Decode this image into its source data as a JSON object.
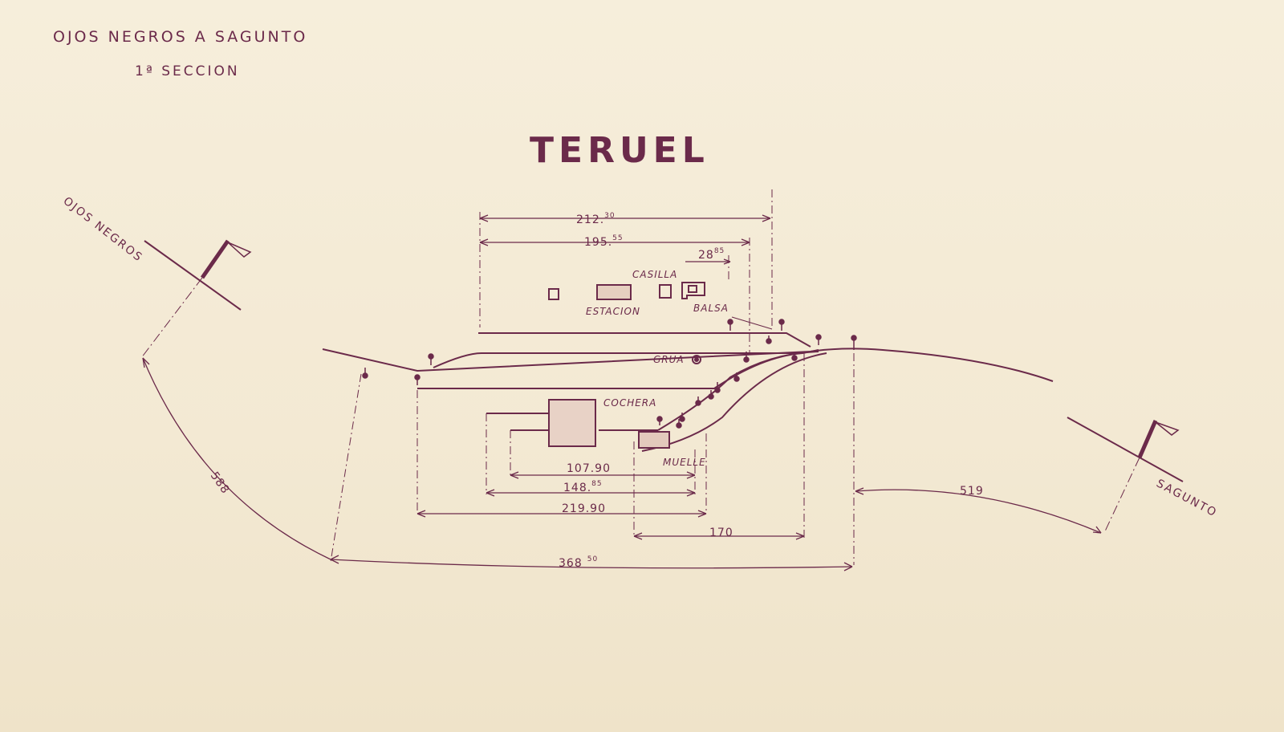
{
  "header": {
    "line": "OJOS NEGROS A SAGUNTO",
    "section": "1ª SECCION"
  },
  "station": {
    "name": "TERUEL"
  },
  "directions": {
    "left": "OJOS NEGROS",
    "right": "SAGUNTO"
  },
  "labels": {
    "casilla": "CASILLA",
    "estacion": "ESTACION",
    "balsa": "BALSA",
    "grua": "GRUA",
    "cochera": "COCHERA",
    "muelle": "MUELLE"
  },
  "dimensions": {
    "d212": {
      "base": "212.",
      "sup": "30"
    },
    "d195": {
      "base": "195.",
      "sup": "55"
    },
    "d28": {
      "base": "28",
      "sup": "85"
    },
    "d107": {
      "base": "107.90"
    },
    "d148": {
      "base": "148.",
      "sup": "85"
    },
    "d219": {
      "base": "219.90"
    },
    "d170": {
      "base": "170"
    },
    "d368": {
      "base": "368",
      "sup": "50"
    },
    "d588": {
      "base": "588"
    },
    "d519": {
      "base": "519"
    }
  },
  "colors": {
    "ink": "#6b2a4a",
    "paper": "#f4ebd6"
  }
}
